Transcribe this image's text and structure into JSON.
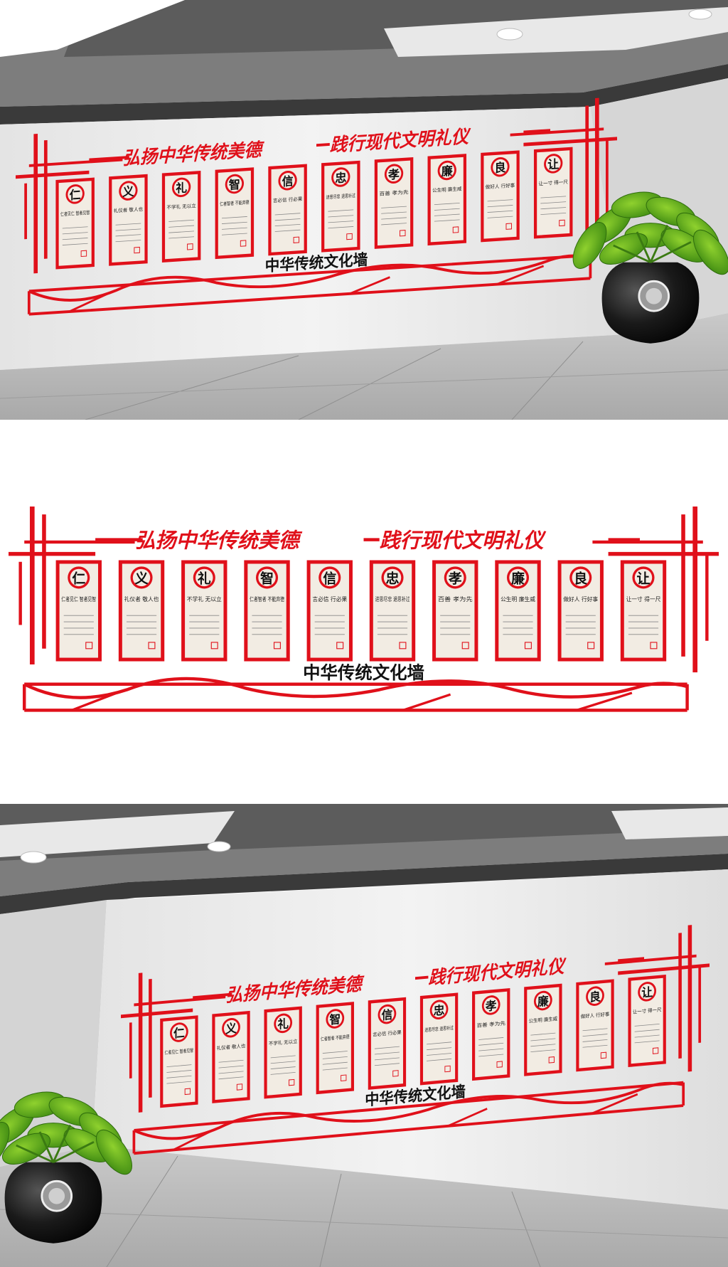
{
  "slogan_left": "弘扬中华传统美德",
  "slogan_right": "践行现代文明礼仪",
  "wall_title": "中华传统文化墙",
  "panels": [
    {
      "char": "仁",
      "verse": "仁者见仁 智者见智"
    },
    {
      "char": "义",
      "verse": "礼仪者 敬人也"
    },
    {
      "char": "礼",
      "verse": "不学礼 无以立"
    },
    {
      "char": "智",
      "verse": "仁者智者 不能弃德"
    },
    {
      "char": "信",
      "verse": "言必信 行必果"
    },
    {
      "char": "忠",
      "verse": "进思尽忠 退思补过"
    },
    {
      "char": "孝",
      "verse": "百善 孝为先"
    },
    {
      "char": "廉",
      "verse": "公生明 廉生威"
    },
    {
      "char": "良",
      "verse": "做好人 行好事"
    },
    {
      "char": "让",
      "verse": "让一寸 得一尺"
    }
  ],
  "colors": {
    "accent": "#e0101a",
    "panel_bg": "#f2ece3",
    "wall": "#ececec",
    "floor": "#b9b9b9"
  }
}
